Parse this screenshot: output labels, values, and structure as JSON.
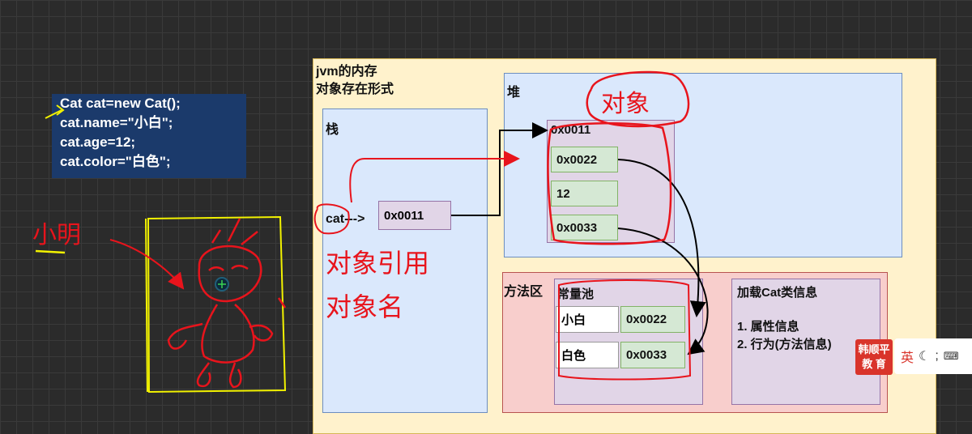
{
  "code": {
    "lines": [
      "Cat cat=new Cat();",
      "cat.name=\"小白\";",
      "cat.age=12;",
      "cat.color=\"白色\";"
    ]
  },
  "jvm": {
    "title_line1": "jvm的内存",
    "title_line2": "对象存在形式",
    "stack_label": "栈",
    "heap_label": "堆",
    "method_area_label": "方法区"
  },
  "stack": {
    "var_label": "cat--->",
    "var_addr": "0x0011"
  },
  "heap": {
    "object_addr": "0x0011",
    "fields": [
      "0x0022",
      "12",
      "0x0033"
    ]
  },
  "method_area": {
    "pool_label": "常量池",
    "pool_entries": [
      {
        "value": "小白",
        "addr": "0x0022"
      },
      {
        "value": "白色",
        "addr": "0x0033"
      }
    ],
    "class_info_title": "加载Cat类信息",
    "class_info_items": [
      "1. 属性信息",
      "2. 行为(方法信息)"
    ]
  },
  "annotations": {
    "handwritten": [
      "对象",
      "对象引用",
      "对象名",
      "小明"
    ]
  },
  "overlay": {
    "brand_line1": "韩顺平",
    "brand_line2": "教 育",
    "ime_mode": "英"
  },
  "colors": {
    "code_bg": "#1b3a6b",
    "jvm_bg": "#fff2cc",
    "stack_heap_bg": "#dae8fc",
    "object_bg": "#e1d5e7",
    "value_cell_bg": "#d5e8d4",
    "method_area_bg": "#f8cecc",
    "pen_red": "#e8141c",
    "pen_yellow": "#f2f200"
  }
}
